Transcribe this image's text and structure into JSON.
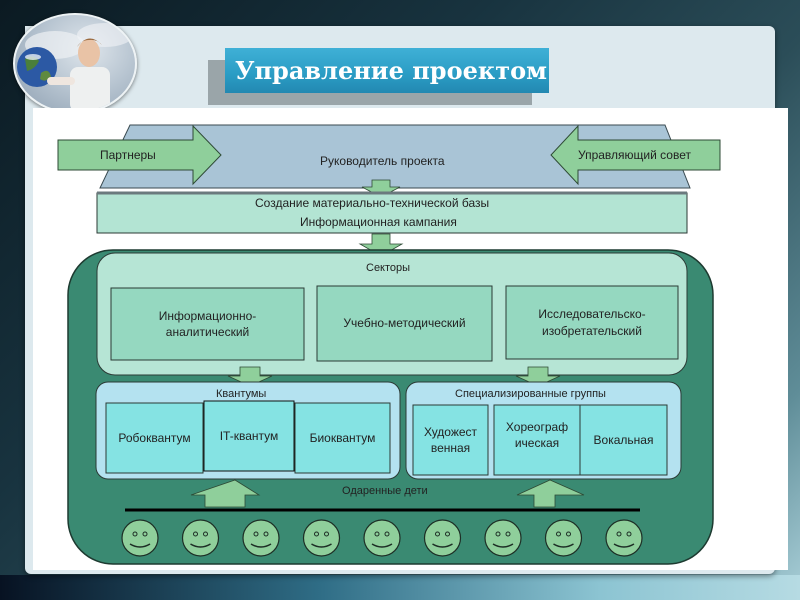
{
  "slide": {
    "title": "Управление проектом"
  },
  "diagram": {
    "leader": "Руководитель проекта",
    "partners": "Партнеры",
    "council": "Управляющий совет",
    "base_line1": "Создание материально-технической базы",
    "base_line2": "Информационная кампания",
    "sectors": {
      "title": "Секторы",
      "items": [
        {
          "line1": "Информационно-",
          "line2": "аналитический"
        },
        {
          "line1": "Учебно-методический",
          "line2": ""
        },
        {
          "line1": "Исследовательско-",
          "line2": "изобретательский"
        }
      ]
    },
    "quantums": {
      "title": "Квантумы",
      "items": [
        "Робоквантум",
        "IT-квантум",
        "Биоквантум"
      ]
    },
    "groups": {
      "title": "Специализированные группы",
      "items": [
        {
          "line1": "Художест",
          "line2": "венная"
        },
        {
          "line1": "Хореограф",
          "line2": "ическая"
        },
        {
          "line1": "Вокальная",
          "line2": ""
        }
      ]
    },
    "gifted": "Одаренные дети",
    "smiley_count": 9,
    "colors": {
      "leader_fill": "#a9c4d6",
      "arrow_fill": "#8fcf9b",
      "base_fill": "#b3e4d3",
      "outer_fill": "#3a8a72",
      "sectors_fill": "#b6e5d5",
      "sector_box_fill": "#95d8c0",
      "group_fill": "#b4e2f0",
      "group_box_fill": "#85e3e3",
      "smiley_fill": "#8fcf9b"
    }
  }
}
